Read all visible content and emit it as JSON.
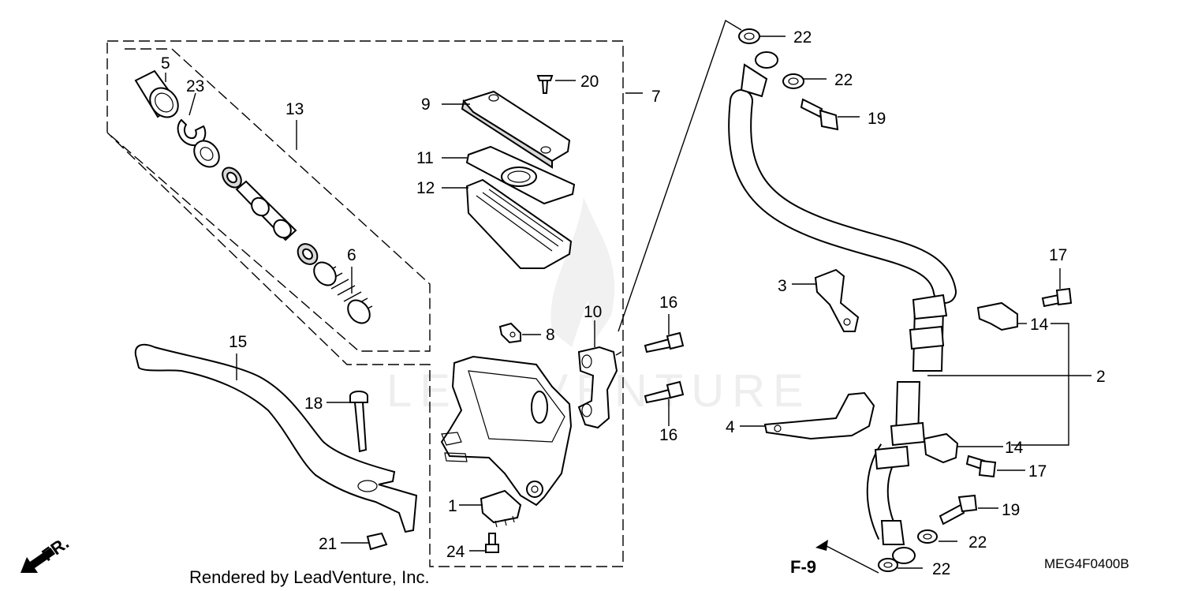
{
  "diagram": {
    "watermark": "LEADVENTURE",
    "callouts": {
      "c1": "1",
      "c2": "2",
      "c3": "3",
      "c4": "4",
      "c5": "5",
      "c6": "6",
      "c7": "7",
      "c8": "8",
      "c9": "9",
      "c10": "10",
      "c11": "11",
      "c12": "12",
      "c13": "13",
      "c14a": "14",
      "c14b": "14",
      "c15": "15",
      "c16a": "16",
      "c16b": "16",
      "c17a": "17",
      "c17b": "17",
      "c18": "18",
      "c19a": "19",
      "c19b": "19",
      "c20": "20",
      "c21": "21",
      "c22a": "22",
      "c22b": "22",
      "c22c": "22",
      "c22d": "22",
      "c23": "23",
      "c24": "24"
    },
    "reference_label": "F-9",
    "direction_label": "FR.",
    "diagram_code": "MEG4F0400B",
    "footer_text": "Rendered by LeadVenture, Inc."
  }
}
